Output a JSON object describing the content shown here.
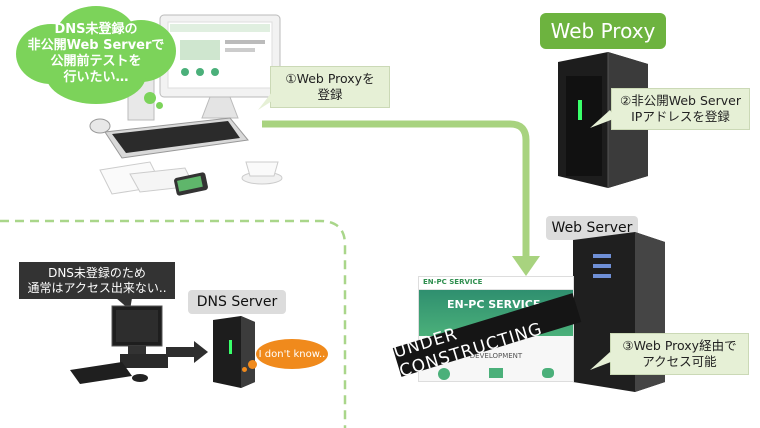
{
  "cloud_text": "DNS未登録の\n非公開Web Serverで\n公開前テストを\n行いたい…",
  "step1": "①Web Proxyを\n登録",
  "step2": "②非公開Web Server\nIPアドレスを登録",
  "step3": "③Web Proxy経由で\nアクセス可能",
  "web_proxy_label": "Web Proxy",
  "web_server_label": "Web Server",
  "dns_server_label": "DNS Server",
  "dns_note": "DNS未登録のため\n通常はアクセス出来ない..",
  "dont_know": "I don't know..",
  "banner_text": "UNDER CONSTRUCTING",
  "site_logo": "EN-PC SERVICE",
  "site_heading": "DEVELOPMENT",
  "colors": {
    "green": "#6db33f",
    "light_green": "#a8d37f",
    "callout": "#e6f0d6",
    "orange": "#f08a1c"
  }
}
